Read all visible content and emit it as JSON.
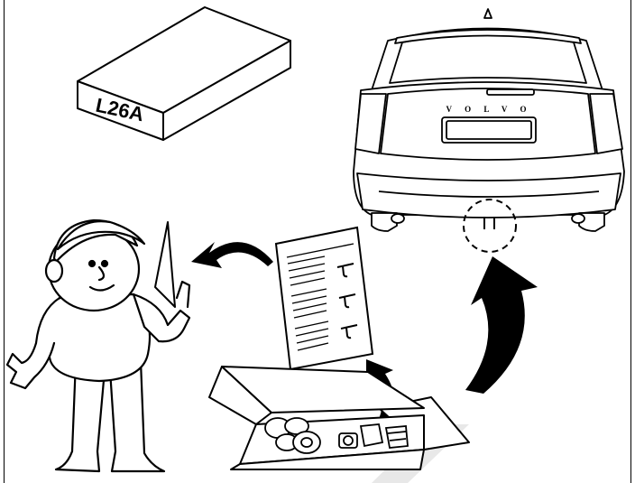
{
  "box": {
    "label": "L26A"
  },
  "car": {
    "badge": "V O L V O"
  },
  "colors": {
    "ink": "#000000",
    "paper": "#ffffff",
    "watermark": "#dedede"
  },
  "icons": [
    "product-box",
    "mechanic-figure",
    "instruction-sheet",
    "car-rear",
    "parts-box",
    "curved-arrow"
  ]
}
